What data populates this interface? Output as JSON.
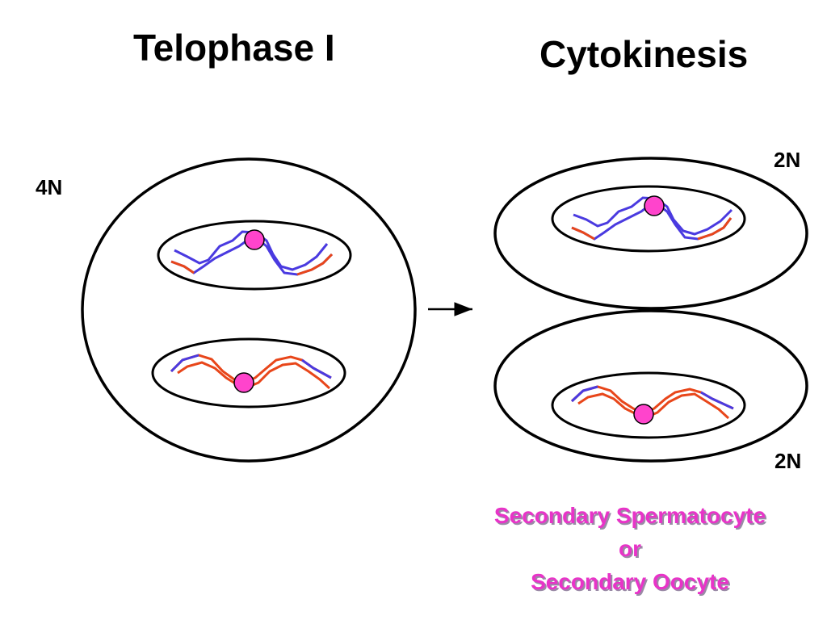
{
  "titles": {
    "left": "Telophase I",
    "right": "Cytokinesis"
  },
  "ploidy": {
    "parent": "4N",
    "daughter_top": "2N",
    "daughter_bottom": "2N"
  },
  "caption": {
    "line1": "Secondary Spermatocyte",
    "line2": "or",
    "line3": "Secondary Oocyte"
  },
  "colors": {
    "outline": "#000000",
    "chromatid_blue": "#4a3ae0",
    "chromatid_red": "#e8461a",
    "centromere": "#ff44cc",
    "caption_text": "#e834c8"
  },
  "icons": {
    "arrow": "right-arrow-icon"
  }
}
